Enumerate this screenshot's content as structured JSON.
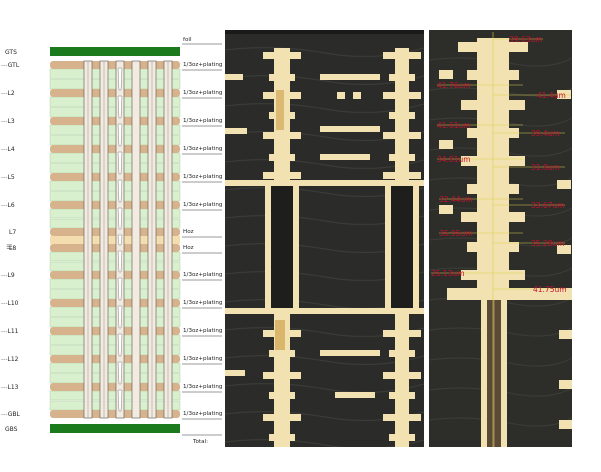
{
  "stackup": {
    "top_layer": "GTS",
    "bottom_layer": "GBS",
    "layers": [
      {
        "name": "GTL",
        "spec": "1/3oz+plating"
      },
      {
        "name": "L2",
        "spec": "1/3oz+plating"
      },
      {
        "name": "L3",
        "spec": "1/3oz+plating"
      },
      {
        "name": "L4",
        "spec": "1/3oz+plating"
      },
      {
        "name": "L5",
        "spec": "1/3oz+plating"
      },
      {
        "name": "L6",
        "spec": "1/3oz+plating"
      },
      {
        "name": "L7",
        "spec": "Hoz"
      },
      {
        "name": "L8",
        "spec": "Hoz"
      },
      {
        "name": "L9",
        "spec": "1/3oz+plating"
      },
      {
        "name": "L10",
        "spec": "1/3oz+plating"
      },
      {
        "name": "L11",
        "spec": "1/3oz+plating"
      },
      {
        "name": "L12",
        "spec": "1/3oz+plating"
      },
      {
        "name": "L13",
        "spec": "1/3oz+plating"
      },
      {
        "name": "GBL",
        "spec": "1/3oz+plating"
      }
    ],
    "header_label": "foil",
    "footer_label": "Total:",
    "core_mark": "|||",
    "colors": {
      "copper": "#d6b38c",
      "dielectric": "#d9f0cf",
      "mask": "#1b7a1b",
      "via_fill": "#f3ebe0",
      "core": "#f4deb0"
    }
  },
  "measurements": {
    "labels": [
      "39.63um",
      "41.76um",
      "41.4um",
      "41.61um",
      "39.4um",
      "34.81um",
      "31.8um",
      "32.44um",
      "33.67um",
      "35.95um",
      "35.28um",
      "25.13um",
      "41.75um"
    ]
  }
}
